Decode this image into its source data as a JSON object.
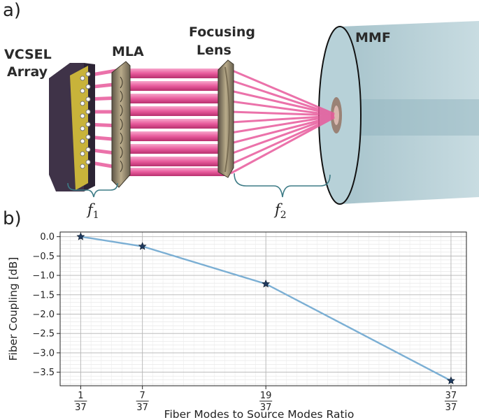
{
  "panels": {
    "a": "a)",
    "b": "b)"
  },
  "schematic": {
    "vcsel_line1": "VCSEL",
    "vcsel_line2": "Array",
    "mla": "MLA",
    "lens_line1": "Focusing",
    "lens_line2": "Lens",
    "mmf": "MMF",
    "f1": "f",
    "f1_sub": "1",
    "f2": "f",
    "f2_sub": "2"
  },
  "colors": {
    "beam": "#e85a9c",
    "fiber": "#a8c8d0",
    "line": "#7bafd4",
    "marker": "#1f3a5f"
  },
  "chart_data": {
    "type": "line",
    "title": "",
    "xlabel": "Fiber Modes to Source Modes Ratio",
    "ylabel": "Fiber Coupling [dB]",
    "x": [
      1,
      7,
      19,
      37
    ],
    "x_tick_labels": [
      {
        "num": "1",
        "den": "37"
      },
      {
        "num": "7",
        "den": "37"
      },
      {
        "num": "19",
        "den": "37"
      },
      {
        "num": "37",
        "den": "37"
      }
    ],
    "y": [
      0.0,
      -0.25,
      -1.22,
      -3.72
    ],
    "xlim": [
      -1,
      38.5
    ],
    "ylim": [
      -3.85,
      0.12
    ],
    "y_ticks": [
      0.0,
      -0.5,
      -1.0,
      -1.5,
      -2.0,
      -2.5,
      -3.0,
      -3.5
    ],
    "y_tick_labels": [
      "0.0",
      "−0.5",
      "−1.0",
      "−1.5",
      "−2.0",
      "−2.5",
      "−3.0",
      "−3.5"
    ],
    "grid": true,
    "marker": "star"
  }
}
